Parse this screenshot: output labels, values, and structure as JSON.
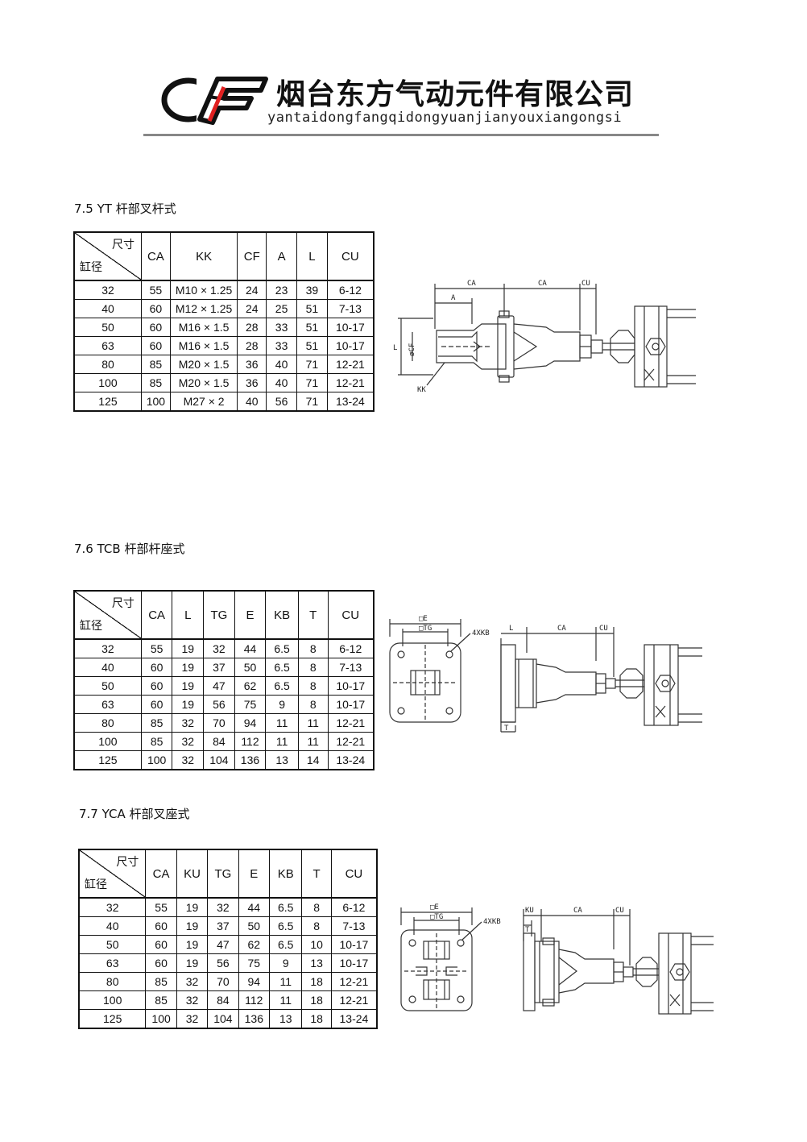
{
  "header": {
    "company_cn": "烟台东方气动元件有限公司",
    "company_pinyin": "yantaidongfangqidongyuanjianyouxiangongsi"
  },
  "sections": [
    {
      "title": "7.5 YT 杆部叉杆式",
      "corner_top": "尺寸",
      "corner_bottom": "缸径",
      "columns": [
        "CA",
        "KK",
        "CF",
        "A",
        "L",
        "CU"
      ],
      "rows": [
        [
          "32",
          "55",
          "M10 × 1.25",
          "24",
          "23",
          "39",
          "6-12"
        ],
        [
          "40",
          "60",
          "M12 × 1.25",
          "24",
          "25",
          "51",
          "7-13"
        ],
        [
          "50",
          "60",
          "M16 × 1.5",
          "28",
          "33",
          "51",
          "10-17"
        ],
        [
          "63",
          "60",
          "M16 × 1.5",
          "28",
          "33",
          "51",
          "10-17"
        ],
        [
          "80",
          "85",
          "M20 × 1.5",
          "36",
          "40",
          "71",
          "12-21"
        ],
        [
          "100",
          "85",
          "M20 × 1.5",
          "36",
          "40",
          "71",
          "12-21"
        ],
        [
          "125",
          "100",
          "M27 × 2",
          "40",
          "56",
          "71",
          "13-24"
        ]
      ],
      "drawing_labels": [
        "CA",
        "CA",
        "CU",
        "A",
        "L",
        "øCF",
        "KK"
      ]
    },
    {
      "title": "7.6 TCB 杆部杆座式",
      "corner_top": "尺寸",
      "corner_bottom": "缸径",
      "columns": [
        "CA",
        "L",
        "TG",
        "E",
        "KB",
        "T",
        "CU"
      ],
      "rows": [
        [
          "32",
          "55",
          "19",
          "32",
          "44",
          "6.5",
          "8",
          "6-12"
        ],
        [
          "40",
          "60",
          "19",
          "37",
          "50",
          "6.5",
          "8",
          "7-13"
        ],
        [
          "50",
          "60",
          "19",
          "47",
          "62",
          "6.5",
          "8",
          "10-17"
        ],
        [
          "63",
          "60",
          "19",
          "56",
          "75",
          "9",
          "8",
          "10-17"
        ],
        [
          "80",
          "85",
          "32",
          "70",
          "94",
          "11",
          "11",
          "12-21"
        ],
        [
          "100",
          "85",
          "32",
          "84",
          "112",
          "11",
          "11",
          "12-21"
        ],
        [
          "125",
          "100",
          "32",
          "104",
          "136",
          "13",
          "14",
          "13-24"
        ]
      ],
      "drawing_labels": [
        "□E",
        "□TG",
        "4XKB",
        "L",
        "CA",
        "CU",
        "T"
      ]
    },
    {
      "title": "7.7 YCA 杆部叉座式",
      "corner_top": "尺寸",
      "corner_bottom": "缸径",
      "columns": [
        "CA",
        "KU",
        "TG",
        "E",
        "KB",
        "T",
        "CU"
      ],
      "rows": [
        [
          "32",
          "55",
          "19",
          "32",
          "44",
          "6.5",
          "8",
          "6-12"
        ],
        [
          "40",
          "60",
          "19",
          "37",
          "50",
          "6.5",
          "8",
          "7-13"
        ],
        [
          "50",
          "60",
          "19",
          "47",
          "62",
          "6.5",
          "10",
          "10-17"
        ],
        [
          "63",
          "60",
          "19",
          "56",
          "75",
          "9",
          "13",
          "10-17"
        ],
        [
          "80",
          "85",
          "32",
          "70",
          "94",
          "11",
          "18",
          "12-21"
        ],
        [
          "100",
          "85",
          "32",
          "84",
          "112",
          "11",
          "18",
          "12-21"
        ],
        [
          "125",
          "100",
          "32",
          "104",
          "136",
          "13",
          "18",
          "13-24"
        ]
      ],
      "drawing_labels": [
        "□E",
        "□TG",
        "4XKB",
        "KU",
        "CA",
        "CU",
        "T"
      ]
    }
  ]
}
